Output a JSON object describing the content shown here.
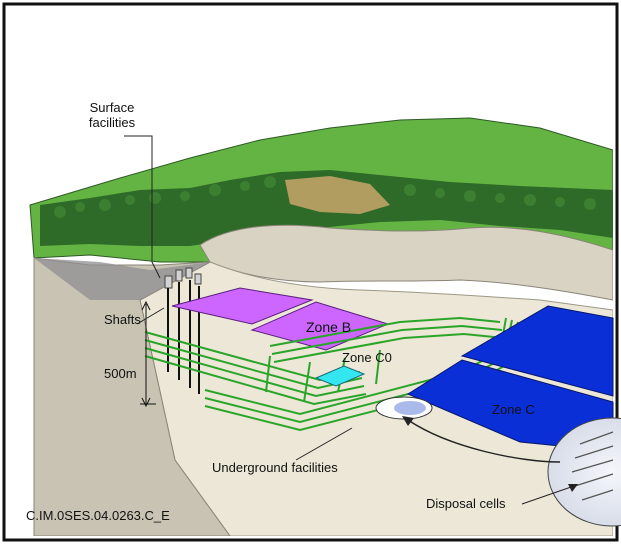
{
  "labels": {
    "surface_line1": "Surface",
    "surface_line2": "facilities",
    "shafts": "Shafts",
    "depth": "500m",
    "zone_b": "Zone B",
    "zone_c0": "Zone C0",
    "zone_c": "Zone C",
    "underground": "Underground facilities",
    "disposal": "Disposal cells",
    "code": "C.IM.0SES.04.0263.C_E"
  },
  "colors": {
    "zone_b": "#cc66ff",
    "zone_c": "#0b2fd6",
    "zone_c0": "#33e6f0",
    "tunnels": "#2aa52a",
    "grass": "#63b443",
    "forest": "#2f6b28",
    "rock_top": "#e9e4d2",
    "rock_side": "#c9c3b4",
    "cut_face": "#a7a398"
  }
}
